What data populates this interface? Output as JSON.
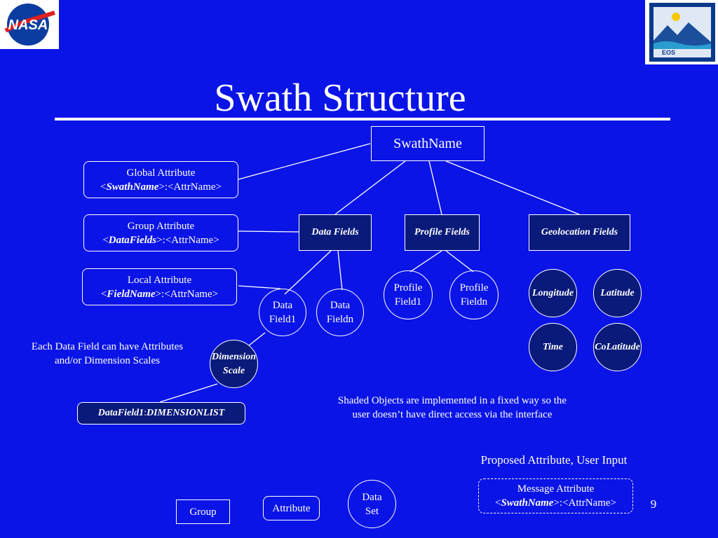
{
  "title": "Swath Structure",
  "page_number": "9",
  "nodes": {
    "swath_name": "SwathName",
    "global_attr": {
      "line1": "Global Attribute",
      "pre": "<",
      "key": "SwathName",
      "post": ">:<AttrName>"
    },
    "group_attr": {
      "line1": "Group Attribute",
      "pre": "<",
      "key": "DataFields",
      "post": ">:<AttrName>"
    },
    "local_attr": {
      "line1": "Local Attribute",
      "pre": "<",
      "key": "FieldName",
      "post": ">:<AttrName>"
    },
    "data_fields": "Data Fields",
    "profile_fields": "Profile Fields",
    "geolocation_fields": "Geolocation Fields",
    "data_field1": {
      "l1": "Data",
      "l2": "Field1"
    },
    "data_fieldn": {
      "l1": "Data",
      "l2": "Fieldn"
    },
    "profile_field1": {
      "l1": "Profile",
      "l2": "Field1"
    },
    "profile_fieldn": {
      "l1": "Profile",
      "l2": "Fieldn"
    },
    "longitude": "Longitude",
    "latitude": "Latitude",
    "time": "Time",
    "colatitude": "CoLatitude",
    "dimension_scale": {
      "l1": "Dimension",
      "l2": "Scale"
    },
    "dimension_list": {
      "key": "DataField1",
      "sep": ":",
      "val": "DIMENSIONLIST"
    }
  },
  "notes": {
    "attrs_note": {
      "l1": "Each Data Field can have Attributes",
      "l2": "and/or Dimension Scales"
    },
    "shaded_note": {
      "l1": "Shaded Objects are implemented in a fixed way so the",
      "l2": "user doesn’t have direct access via the interface"
    },
    "proposed": "Proposed Attribute, User Input"
  },
  "legend": {
    "group": "Group",
    "attribute": "Attribute",
    "dataset": {
      "l1": "Data",
      "l2": "Set"
    },
    "message": {
      "line1": "Message Attribute",
      "pre": "<",
      "key": "SwathName",
      "post": ">:<AttrName>"
    }
  },
  "logos": {
    "nasa": "NASA",
    "eos": "EOS"
  },
  "colors": {
    "background": "#0b14e6",
    "shaded": "#0a1a7a",
    "line": "#ffffff"
  }
}
